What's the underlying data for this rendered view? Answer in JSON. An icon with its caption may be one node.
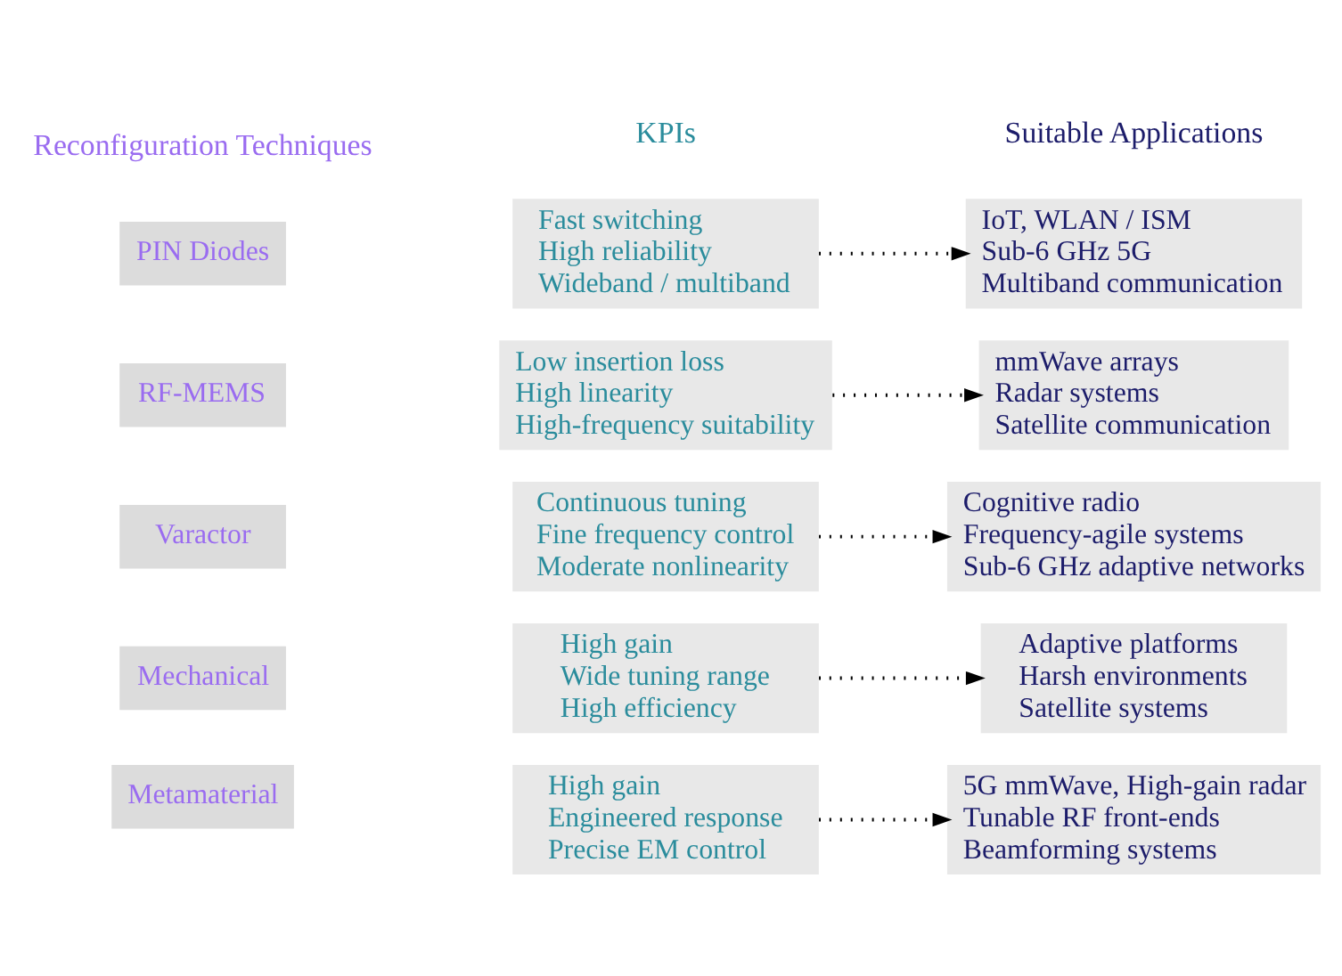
{
  "diagram": {
    "nodes": [
      {
        "text": [
          "PIN Diodes"
        ]
      },
      {
        "text": [
          "Fast switching",
          "High reliability",
          "Wideband / multiband"
        ]
      },
      {
        "text": [
          "IoT, WLAN / ISM",
          "Sub-6 GHz 5G",
          "Multiband communication"
        ]
      },
      {
        "text": [
          "RF-MEMS"
        ]
      },
      {
        "text": [
          "Low insertion loss",
          "High linearity",
          "High-frequency suitability"
        ]
      },
      {
        "text": [
          "mmWave arrays",
          "Radar systems",
          "Satellite communication"
        ]
      },
      {
        "text": [
          "Varactor"
        ]
      },
      {
        "text": [
          "Continuous tuning",
          "Fine frequency control",
          "Moderate nonlinearity"
        ]
      },
      {
        "text": [
          "Cognitive radio",
          "Frequency-agile systems",
          "Sub-6 GHz adaptive networks"
        ]
      },
      {
        "text": [
          "Mechanical"
        ]
      },
      {
        "text": [
          "High gain",
          "Wide tuning range",
          "High efficiency"
        ]
      },
      {
        "text": [
          "Adaptive platforms",
          "Harsh environments",
          "Satellite systems"
        ]
      },
      {
        "text": [
          "Metamaterial"
        ]
      },
      {
        "text": [
          "High gain",
          "Engineered response",
          "Precise EM control"
        ]
      },
      {
        "text": [
          "5G mmWave, High-gain radar",
          "Tunable RF front-ends",
          "Beamforming systems"
        ]
      }
    ],
    "edges": [
      {
        "from": 1,
        "to": 2,
        "arrow": "to",
        "style": "dashed"
      },
      {
        "from": 4,
        "to": 5,
        "arrow": "to",
        "style": "dashed"
      },
      {
        "from": 7,
        "to": 8,
        "arrow": "to",
        "style": "dashed"
      },
      {
        "from": 10,
        "to": 11,
        "arrow": "to",
        "style": "dashed"
      },
      {
        "from": 13,
        "to": 14,
        "arrow": "to",
        "style": "dashed"
      }
    ],
    "labels": [
      "Reconfiguration Techniques",
      "KPIs",
      "Suitable Applications"
    ]
  }
}
